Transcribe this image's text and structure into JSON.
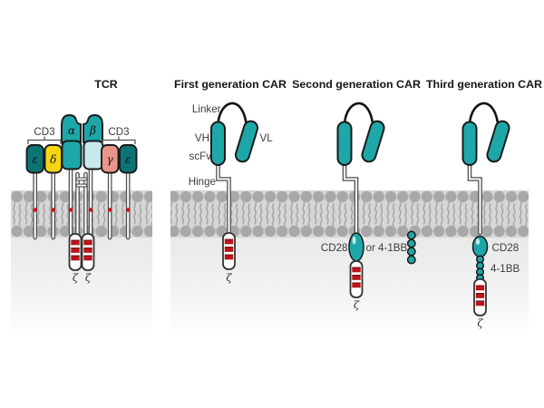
{
  "colors": {
    "teal": "#1ea7a8",
    "dark_teal": "#0c7474",
    "yellow": "#f7d513",
    "salmon": "#e9958a",
    "light_blue": "#c7e8ec",
    "membrane_head": "#a8a8a8",
    "membrane_band": "#d6d6d6",
    "membrane_tail": "#a2a2a2",
    "stripe_red": "#c4161c",
    "stripe_red_dark": "#7d0d12",
    "dot_red": "#cc1010",
    "outline": "#1a1a1a",
    "stem_gray": "#4c4c4c",
    "label": "#3c3c3c"
  },
  "tcr": {
    "title": "TCR",
    "cd3_left": "CD3",
    "cd3_right": "CD3",
    "alpha": "α",
    "beta": "β",
    "epsilon_left": "ε",
    "delta": "δ",
    "gamma": "γ",
    "epsilon_right": "ε",
    "zeta_left": "ζ",
    "zeta_right": "ζ"
  },
  "gen1": {
    "title": "First generation CAR",
    "linker": "Linker",
    "vh": "VH",
    "scfv": "scFv",
    "vl": "VL",
    "hinge": "Hinge",
    "zeta": "ζ"
  },
  "gen2": {
    "title": "Second generation CAR",
    "cd28": "CD28",
    "or_41bb": "or 4-1BB",
    "zeta": "ζ"
  },
  "gen3": {
    "title": "Third generation CAR",
    "cd28": "CD28",
    "fourbb": "4-1BB",
    "zeta": "ζ"
  }
}
